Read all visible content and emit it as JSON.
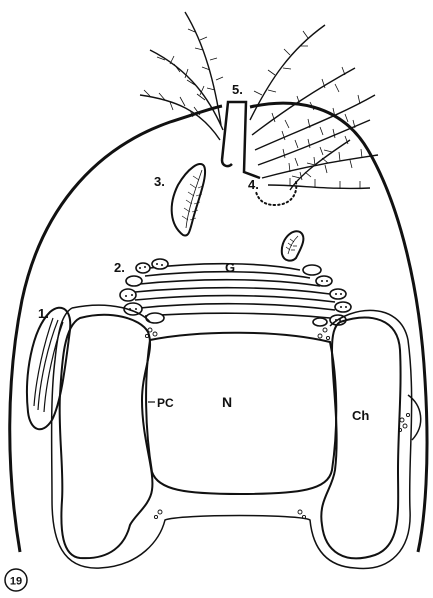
{
  "figure": {
    "number": "19",
    "labels": {
      "l1": "1.",
      "l2": "2.",
      "l3": "3.",
      "l4": "4.",
      "l5": "5.",
      "g": "G",
      "n": "N",
      "pc": "PC",
      "ch": "Ch"
    }
  },
  "colors": {
    "ink": "#111111",
    "background": "#ffffff"
  }
}
